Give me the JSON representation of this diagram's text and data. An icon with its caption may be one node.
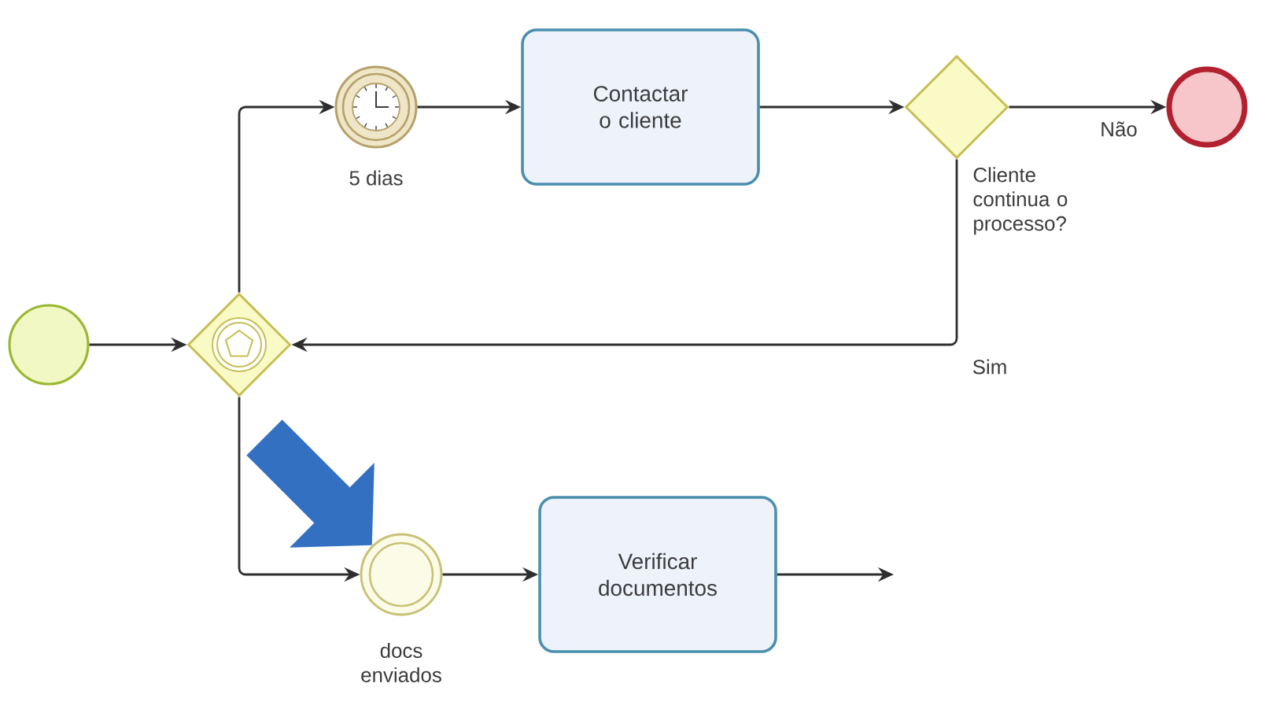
{
  "diagram": {
    "nodes": [
      {
        "text": [],
        "shape": "circle"
      },
      {
        "text": [],
        "shape": "diamond"
      },
      {
        "text": [],
        "shape": "circle",
        "beside": [
          "5 dias"
        ]
      },
      {
        "text": [
          "Contactar o cliente"
        ]
      },
      {
        "text": [],
        "shape": "diamond",
        "beside": [
          "Cliente continua o processo?"
        ]
      },
      {
        "text": [],
        "shape": "circle"
      },
      {
        "text": [],
        "shape": "circle",
        "beside": [
          "docs enviados"
        ]
      },
      {
        "text": [
          "Verificar documentos"
        ]
      }
    ],
    "edges": [
      {
        "from": 0,
        "to": 1,
        "arrow": "to"
      },
      {
        "from": 1,
        "to": 2,
        "arrow": "to"
      },
      {
        "from": 2,
        "to": 3,
        "arrow": "to"
      },
      {
        "from": 3,
        "to": 4,
        "arrow": "to"
      },
      {
        "from": 4,
        "to": 5,
        "arrow": "to",
        "label": "Não"
      },
      {
        "from": 4,
        "to": 1,
        "arrow": "to",
        "label": "Sim"
      },
      {
        "from": 1,
        "to": 6,
        "arrow": "to"
      },
      {
        "from": 6,
        "to": 7,
        "arrow": "to"
      },
      {
        "from": 7,
        "to": null,
        "arrow": "to"
      },
      {
        "from": null,
        "to": 6,
        "arrow": "to",
        "style": "thick",
        "color": "#3470c2"
      }
    ]
  }
}
